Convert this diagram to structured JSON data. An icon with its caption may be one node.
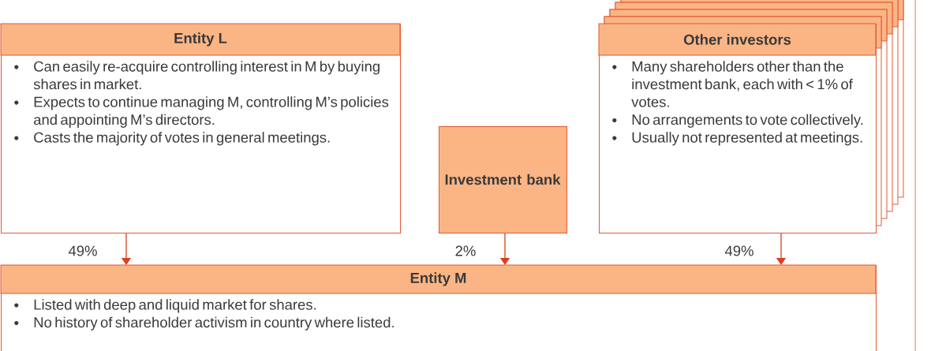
{
  "diagram": {
    "nodes": [
      {
        "text": [
          "Entity L",
          "Can easily re-acquire controlling interest in M by buying shares in market.",
          "Expects to continue managing M, controlling M’s policies and appointing M’s directors.",
          "Casts the majority of votes in general meetings."
        ]
      },
      {
        "text": [
          "Investment bank"
        ]
      },
      {
        "text": [
          "Other investors",
          "Many shareholders other than the investment bank, each with < 1% of votes.",
          "No arrangements to vote collectively.",
          "Usually not represented at meetings."
        ]
      },
      {
        "text": [
          "Entity M",
          "Listed with deep and liquid market for shares.",
          "No history of shareholder activism in country where listed."
        ]
      }
    ],
    "edges": [
      {
        "from": 0,
        "to": 3,
        "arrow": "to",
        "label": "49%"
      },
      {
        "from": 1,
        "to": 3,
        "arrow": "to",
        "label": "2%"
      },
      {
        "from": 2,
        "to": 3,
        "arrow": "to",
        "label": "49%"
      }
    ]
  }
}
